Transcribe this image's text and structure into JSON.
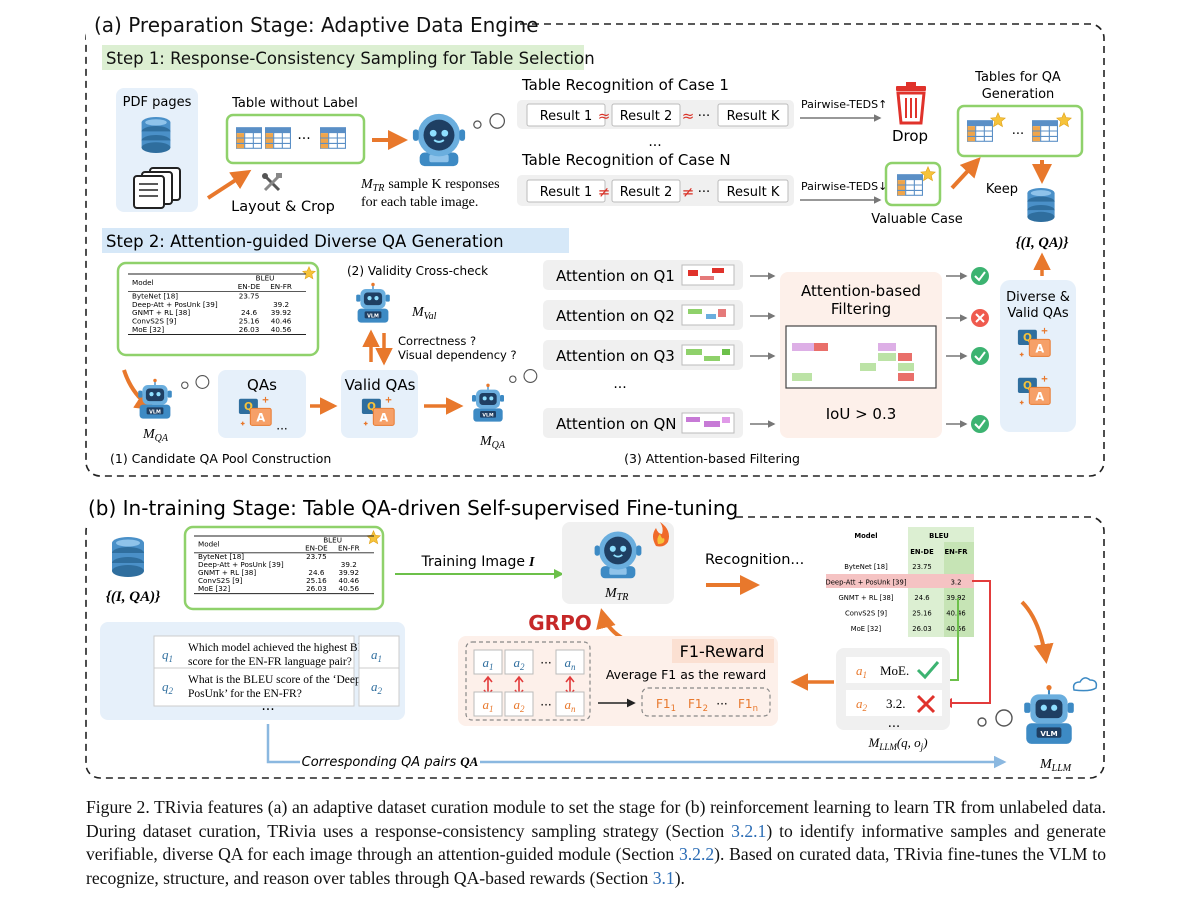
{
  "stage_a": {
    "title": "(a) Preparation Stage: Adaptive Data Engine",
    "step1_title": "Step 1: Response-Consistency Sampling for Table Selection",
    "pdf_pages": "PDF pages",
    "table_without_label": "Table without Label",
    "dots": "···",
    "layout_crop": "Layout & Crop",
    "mtr_sample_line1": "sample K responses",
    "mtr_sample_line2": "for each table image.",
    "mtr_symbol": "M",
    "mtr_sub": "TR",
    "case1_title": "Table Recognition of Case 1",
    "caseN_title": "Table Recognition of Case N",
    "result1": "Result 1",
    "result2": "Result 2",
    "resultK": "Result K",
    "approx": "≈",
    "neq": "≠",
    "vdots": "...",
    "pairwise_up": "Pairwise-TEDS↑",
    "pairwise_down": "Pairwise-TEDS↓",
    "drop": "Drop",
    "valuable_case": "Valuable Case",
    "tables_qa_line1": "Tables for QA",
    "tables_qa_line2": "Generation",
    "keep": "Keep",
    "iqa": "{(I, QA)}",
    "step2_title": "Step 2: Attention-guided Diverse QA Generation",
    "validity": "(2) Validity Cross-check",
    "mval_sub": "Val",
    "correctness": "Correctness ?",
    "visual_dep": "Visual dependency ?",
    "qas": "QAs",
    "valid_qas": "Valid QAs",
    "mqa_sub": "QA",
    "candidate": "(1) Candidate QA Pool Construction",
    "att_q1": "Attention on Q1",
    "att_q2": "Attention on Q2",
    "att_q3": "Attention on Q3",
    "att_qn": "Attention on QN",
    "att_filter_line1": "Attention-based",
    "att_filter_line2": "Filtering",
    "iou": "IoU > 0.3",
    "att_filter_caption": "(3) Attention-based Filtering",
    "diverse_line1": "Diverse &",
    "diverse_line2": "Valid QAs"
  },
  "bleu_table": {
    "header_model": "Model",
    "header_bleu": "BLEU",
    "header_ende": "EN-DE",
    "header_enfr": "EN-FR",
    "rows": [
      {
        "model": "ByteNet [18]",
        "ende": "23.75",
        "enfr": ""
      },
      {
        "model": "Deep-Att + PosUnk [39]",
        "ende": "",
        "enfr": "39.2"
      },
      {
        "model": "GNMT + RL [38]",
        "ende": "24.6",
        "enfr": "39.92"
      },
      {
        "model": "ConvS2S [9]",
        "ende": "25.16",
        "enfr": "40.46"
      },
      {
        "model": "MoE [32]",
        "ende": "26.03",
        "enfr": "40.56"
      }
    ]
  },
  "stage_b": {
    "title": "(b) In-training Stage: Table QA-driven Self-supervised Fine-tuning",
    "iqa": "{(I, QA)}",
    "training_image": "Training Image",
    "training_image_var": "I",
    "recognition": "Recognition...",
    "grpo": "GRPO",
    "f1_reward": "F1-Reward",
    "avg_f1": "Average F1 as the reward",
    "q1_text_line1": "Which model achieved the highest BLEU",
    "q1_text_line2": "score for the EN-FR language pair?",
    "q2_text_line1": "What is the BLEU score of the ‘Deep-Att +",
    "q2_text_line2": "PosUnk’ for the EN-FR?",
    "q1": "q",
    "q2": "q",
    "a_sym": "a",
    "an_sub": "n",
    "moe": "MoE.",
    "val32": "3.2.",
    "mllm_expr": "(q, o",
    "mllm_sub": "LLM",
    "corresponding": "Corresponding QA pairs",
    "corresponding_var": "QA",
    "f1_1": "F1",
    "f1_2": "F1",
    "f1_n": "F1",
    "bleu_rec": {
      "header_model": "Model",
      "header_bleu": "BLEU",
      "header_ende": "EN-DE",
      "header_enfr": "EN-FR",
      "rows": [
        {
          "model": "ByteNet [18]",
          "ende": "23.75",
          "enfr": ""
        },
        {
          "model": "Deep-Att + PosUnk [39]",
          "ende": "",
          "enfr": "3.2"
        },
        {
          "model": "GNMT + RL [38]",
          "ende": "24.6",
          "enfr": "39.92"
        },
        {
          "model": "ConvS2S [9]",
          "ende": "25.16",
          "enfr": "40.46"
        },
        {
          "model": "MoE [32]",
          "ende": "26.03",
          "enfr": "40.56"
        }
      ]
    }
  },
  "caption": {
    "p1": "Figure 2. TRivia features (a) an adaptive dataset curation module to set the stage for (b) reinforcement learning to learn TR from unlabeled data. During dataset curation, TRivia uses a response-consistency sampling strategy (Section ",
    "r1": "3.2.1",
    "p2": ") to identify informative samples and generate verifiable, diverse QA for each image through an attention-guided module (Section ",
    "r2": "3.2.2",
    "p3": "). Based on curated data, TRivia fine-tunes the VLM to recognize, structure, and reason over tables through QA-based rewards (Section ",
    "r3": "3.1",
    "p4": ")."
  },
  "colors": {
    "orange": "#e8782c",
    "green_box": "#8fd16b",
    "step1_bg": "#dcefd2",
    "step2_bg": "#d6e8f8",
    "blue_panel": "#e6f0fa",
    "pink_panel": "#fdf0ea",
    "red": "#d93025",
    "check_green": "#3cb371"
  }
}
